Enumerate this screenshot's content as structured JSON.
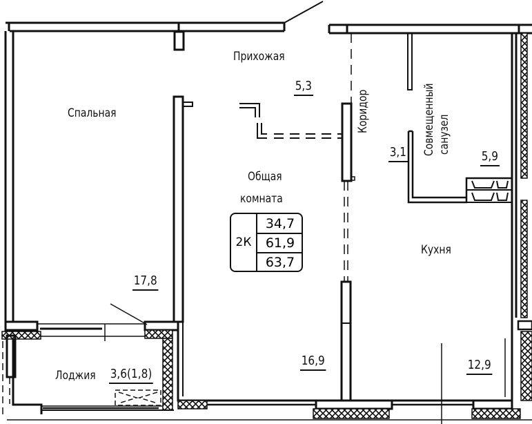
{
  "plan": {
    "apartment_type": "2К",
    "areas": {
      "living": "34,7",
      "total": "61,9",
      "total_with_loggia": "63,7"
    },
    "rooms": [
      {
        "id": "bedroom",
        "name": "Спальная",
        "area": "17,8"
      },
      {
        "id": "hallway",
        "name": "Прихожая",
        "area": "5,3"
      },
      {
        "id": "corridor",
        "name": "Коридор",
        "area": "3,1"
      },
      {
        "id": "bathroom",
        "name_line1": "Совмещенный",
        "name_line2": "санузел",
        "area": "5,9"
      },
      {
        "id": "living-room",
        "name_line1": "Общая",
        "name_line2": "комната",
        "area": "16,9"
      },
      {
        "id": "kitchen",
        "name": "Кухня",
        "area": "12,9"
      },
      {
        "id": "loggia",
        "name": "Лоджия",
        "area": "3,6(1,8)"
      }
    ],
    "colors": {
      "line": "#111111",
      "background": "#ffffff"
    }
  }
}
